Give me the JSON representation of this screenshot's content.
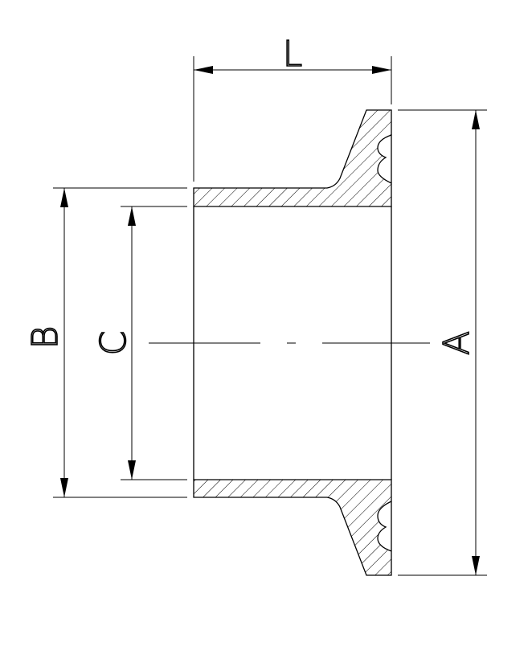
{
  "labels": {
    "length": "L",
    "flange_diameter": "A",
    "outer_diameter": "B",
    "inner_diameter": "C"
  },
  "colors": {
    "line": "#000000",
    "background": "#ffffff",
    "hatch": "#000000"
  }
}
